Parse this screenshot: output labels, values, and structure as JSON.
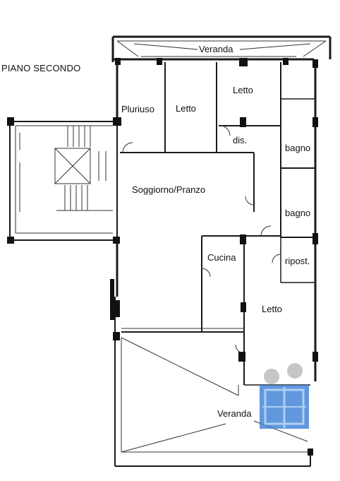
{
  "plan": {
    "title": "PIANO SECONDO",
    "rooms": {
      "veranda_top": "Veranda",
      "pluriuso": "Pluriuso",
      "letto_1": "Letto",
      "letto_2": "Letto",
      "disimpegno": "dis.",
      "bagno_1": "bagno",
      "bagno_2": "bagno",
      "soggiorno": "Soggiorno/Pranzo",
      "cucina": "Cucina",
      "ripostiglio": "ripost.",
      "letto_3": "Letto",
      "veranda_bottom": "Veranda"
    }
  },
  "watermark": {
    "colors": [
      "#3a7fd5",
      "#9ac4ef",
      "#b8b8b8"
    ]
  }
}
